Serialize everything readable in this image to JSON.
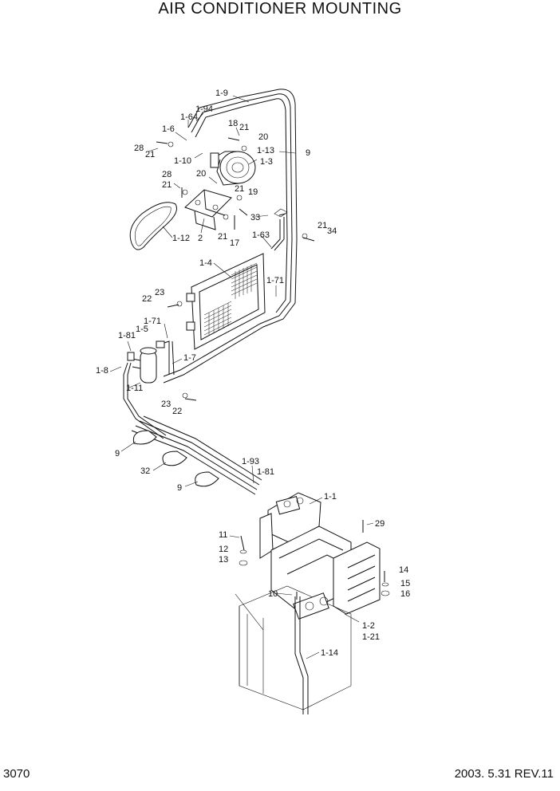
{
  "header": {
    "title": "AIR CONDITIONER MOUNTING"
  },
  "footer": {
    "page_number": "3070",
    "revision": "2003. 5.31 REV.11"
  },
  "callouts": [
    "1-9",
    "1-94",
    "1-64",
    "18",
    "21",
    "20",
    "1-6",
    "28",
    "21",
    "1-10",
    "1-13",
    "9",
    "1-3",
    "28",
    "21",
    "20",
    "21",
    "19",
    "33",
    "21",
    "34",
    "1-12",
    "2",
    "21",
    "17",
    "1-63",
    "1-4",
    "23",
    "22",
    "1-71",
    "1-71",
    "1-81",
    "1-5",
    "1-8",
    "1-7",
    "1-11",
    "23",
    "22",
    "9",
    "32",
    "1-93",
    "1-81",
    "9",
    "1-1",
    "29",
    "11",
    "12",
    "13",
    "14",
    "15",
    "16",
    "10",
    "1-2",
    "1-21",
    "1-14"
  ]
}
